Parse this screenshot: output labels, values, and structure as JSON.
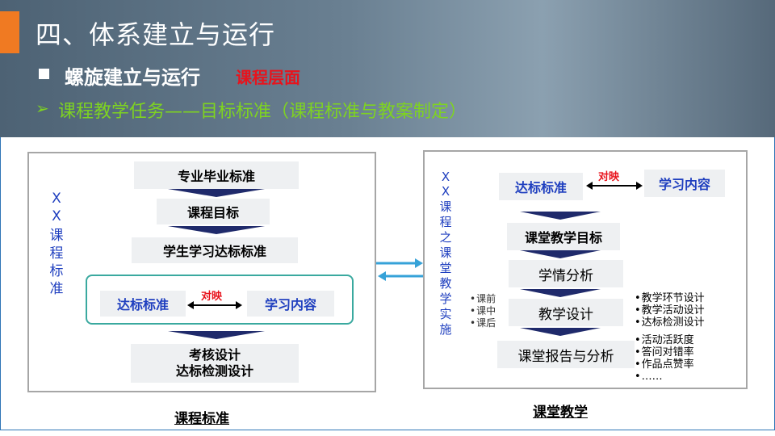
{
  "header": {
    "title": "四、体系建立与运行",
    "subtitle": "螺旋建立与运行",
    "subtitle_highlight": "课程层面",
    "third_line": "课程教学任务——目标标准（课程标准与教案制定）"
  },
  "left_panel": {
    "vertical_label": [
      "X",
      "X",
      "课",
      "程",
      "标",
      "准"
    ],
    "steps": [
      "专业毕业标准",
      "课程目标",
      "学生学习达标标准"
    ],
    "mapping": {
      "left": "达标标准",
      "label": "对映",
      "right": "学习内容"
    },
    "final_step": [
      "考核设计",
      "达标检测设计"
    ],
    "caption": "课程标准"
  },
  "right_panel": {
    "vertical_label": [
      "X",
      "X",
      "课",
      "程",
      "之",
      "课",
      "堂",
      "教",
      "学",
      "实",
      "施"
    ],
    "mapping": {
      "left": "达标标准",
      "label": "对映",
      "right": "学习内容"
    },
    "steps": [
      "课堂教学目标",
      "学情分析",
      "教学设计",
      "课堂报告与分析"
    ],
    "phase_list": [
      "课前",
      "课中",
      "课后"
    ],
    "design_list": [
      "教学环节设计",
      "教学活动设计",
      "达标检测设计"
    ],
    "report_list": [
      "活动活跃度",
      "答问对错率",
      "作品点赞率",
      "……"
    ],
    "caption": "课堂教学"
  },
  "colors": {
    "accent": "#f07a22",
    "highlight_red": "#e8131c",
    "green_text": "#7ed321",
    "blue_text": "#1f3fbf",
    "arrow_navy": "#1f2a6b",
    "link_arrow": "#36a2d8"
  }
}
